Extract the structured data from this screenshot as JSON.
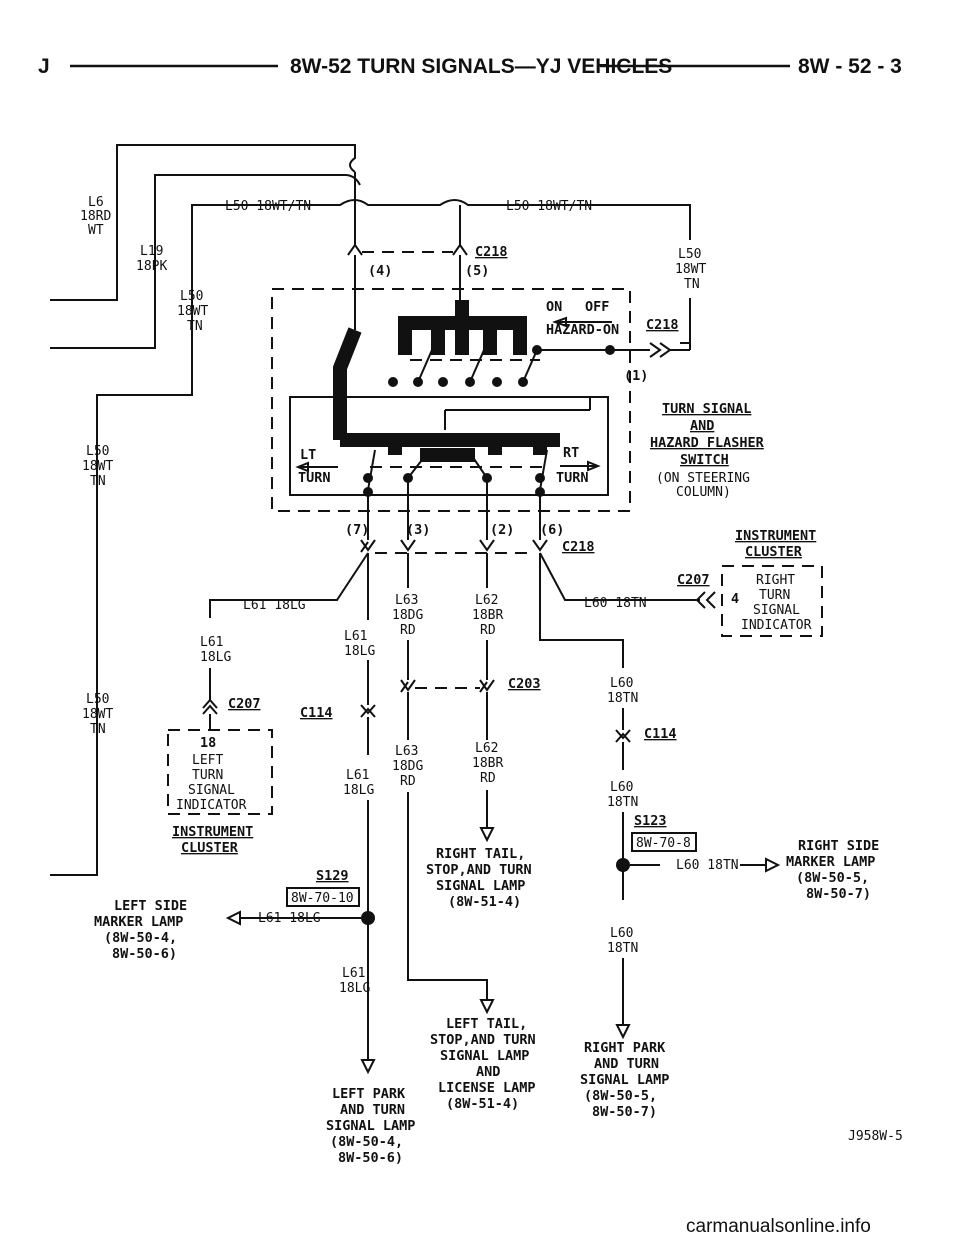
{
  "header": {
    "left": "J",
    "title": "8W-52 TURN SIGNALS—YJ VEHICLES",
    "page": "8W - 52 - 3"
  },
  "wires": {
    "l6": [
      "L6",
      "18RD",
      "WT"
    ],
    "l19": [
      "L19",
      "18PK"
    ],
    "l50_top_left": "L50 18WT/TN",
    "l50_top_right": "L50 18WT/TN",
    "l50_right": [
      "L50",
      "18WT",
      "TN"
    ],
    "l50_inner": [
      "L50",
      "18WT",
      "TN"
    ],
    "l50_left_mid": [
      "L50",
      "18WT",
      "TN"
    ],
    "l50_left_low": [
      "L50",
      "18WT",
      "TN"
    ],
    "l61_top": "L61 18LG",
    "l61_left": [
      "L61",
      "18LG"
    ],
    "l61_mid": [
      "L61",
      "18LG"
    ],
    "l61_lower": [
      "L61",
      "18LG"
    ],
    "l61_splice": "L61 18LG",
    "l61_bottom": [
      "L61",
      "18LG"
    ],
    "l63_top": [
      "L63",
      "18DG",
      "RD"
    ],
    "l63_bottom": [
      "L63",
      "18DG",
      "RD"
    ],
    "l62_top": [
      "L62",
      "18BR",
      "RD"
    ],
    "l62_bottom": [
      "L62",
      "18BR",
      "RD"
    ],
    "l60_top": "L60 18TN",
    "l60_a": [
      "L60",
      "18TN"
    ],
    "l60_b": [
      "L60",
      "18TN"
    ],
    "l60_splice": "L60 18TN",
    "l60_c": [
      "L60",
      "18TN"
    ]
  },
  "connectors": {
    "c218": "C218",
    "c207": "C207",
    "c114": "C114",
    "c203": "C203",
    "s123": "S123",
    "s129": "S129"
  },
  "pins": {
    "p4": "(4)",
    "p5": "(5)",
    "p1": "(1)",
    "p7": "(7)",
    "p3": "(3)",
    "p2": "(2)",
    "p6": "(6)",
    "c207_right_pin": "4",
    "c207_left_pin": "18"
  },
  "switch": {
    "on": "ON",
    "off": "OFF",
    "hazard_on": "HAZARD-ON",
    "lt": "LT",
    "lt_turn": "TURN",
    "rt": "RT",
    "rt_turn": "TURN",
    "name": [
      "TURN SIGNAL",
      "AND",
      "HAZARD FLASHER",
      "SWITCH"
    ],
    "location": [
      "(ON STEERING",
      "COLUMN)"
    ]
  },
  "instrument_cluster_right": {
    "title": [
      "INSTRUMENT",
      "CLUSTER"
    ],
    "indicator": [
      "RIGHT",
      "TURN",
      "SIGNAL",
      "INDICATOR"
    ]
  },
  "instrument_cluster_left": {
    "title": [
      "INSTRUMENT",
      "CLUSTER"
    ],
    "indicator": [
      "LEFT",
      "TURN",
      "SIGNAL",
      "INDICATOR"
    ]
  },
  "refs": {
    "s123_ref": "8W-70-8",
    "s129_ref": "8W-70-10"
  },
  "destinations": {
    "right_tail": [
      "RIGHT TAIL,",
      "STOP,AND TURN",
      "SIGNAL LAMP",
      "(8W-51-4)"
    ],
    "right_side_marker": [
      "RIGHT SIDE",
      "MARKER LAMP",
      "(8W-50-5,",
      "8W-50-7)"
    ],
    "left_side_marker": [
      "LEFT SIDE",
      "MARKER LAMP",
      "(8W-50-4,",
      "8W-50-6)"
    ],
    "left_tail": [
      "LEFT TAIL,",
      "STOP,AND TURN",
      "SIGNAL LAMP",
      "AND",
      "LICENSE LAMP",
      "(8W-51-4)"
    ],
    "right_park": [
      "RIGHT PARK",
      "AND TURN",
      "SIGNAL LAMP",
      "(8W-50-5,",
      "8W-50-7)"
    ],
    "left_park": [
      "LEFT PARK",
      "AND TURN",
      "SIGNAL LAMP",
      "(8W-50-4,",
      "8W-50-6)"
    ]
  },
  "figure_id": "J958W-5",
  "watermark": "carmanualsonline.info"
}
